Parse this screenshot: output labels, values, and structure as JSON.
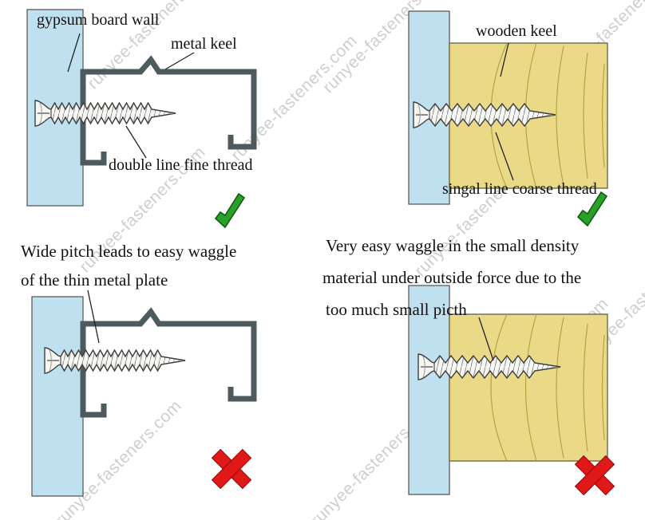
{
  "watermark": {
    "text": "runyee-fasteners.com"
  },
  "colors": {
    "board_blue": "#bfe0ee",
    "wood_yellow": "#ead987",
    "keel_dark": "#4d5b5e",
    "check_green": "#2aa02a",
    "cross_red": "#e01818"
  },
  "top_left": {
    "board_label": "gypsum board wall",
    "keel_label": "metal keel",
    "thread_label": "double line fine thread",
    "verdict": "correct"
  },
  "top_right": {
    "keel_label": "wooden keel",
    "thread_label": "singal line coarse thread",
    "verdict": "correct"
  },
  "bottom_left": {
    "caption_lines": [
      "Wide pitch leads to easy waggle",
      "of the thin metal plate"
    ],
    "verdict": "wrong"
  },
  "bottom_right": {
    "caption_lines": [
      "Very easy waggle in the small density",
      "material under outside force due to the",
      "too much small picth"
    ],
    "verdict": "wrong"
  }
}
